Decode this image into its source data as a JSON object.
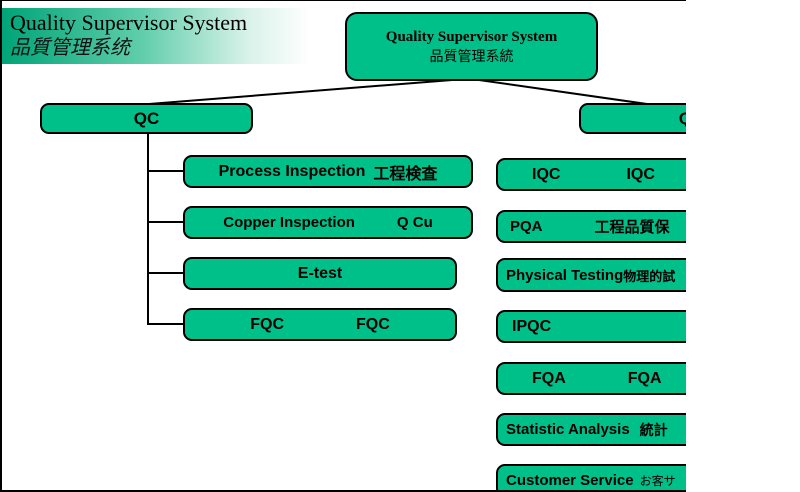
{
  "banner": {
    "title": "Quality Supervisor System",
    "subtitle": "品質管理系统"
  },
  "root": {
    "title": "Quality Supervisor System",
    "subtitle": "品質管理系統"
  },
  "qc_branch": {
    "parent_label": "QC",
    "children": [
      {
        "primary": "Process Inspection",
        "secondary": "工程検査"
      },
      {
        "primary": "Copper Inspection",
        "secondary": "Q Cu"
      },
      {
        "primary": "E-test",
        "secondary": ""
      },
      {
        "primary": "FQC",
        "secondary": "FQC"
      }
    ]
  },
  "qa_branch": {
    "parent_label": "QA",
    "children": [
      {
        "primary": "IQC",
        "secondary": "IQC"
      },
      {
        "primary": "PQA",
        "secondary": "工程品質保"
      },
      {
        "primary": "Physical Testing",
        "secondary": "物理的試"
      },
      {
        "primary": "IPQC",
        "secondary": ""
      },
      {
        "primary": "FQA",
        "secondary": "FQA"
      },
      {
        "primary": "Statistic Analysis",
        "secondary": "統計"
      },
      {
        "primary": "Customer Service",
        "secondary": "お客サ"
      }
    ]
  },
  "colors": {
    "node_fill": "#00c08a",
    "node_border": "#000000",
    "banner_green": "#00a478",
    "connector": "#000000"
  }
}
